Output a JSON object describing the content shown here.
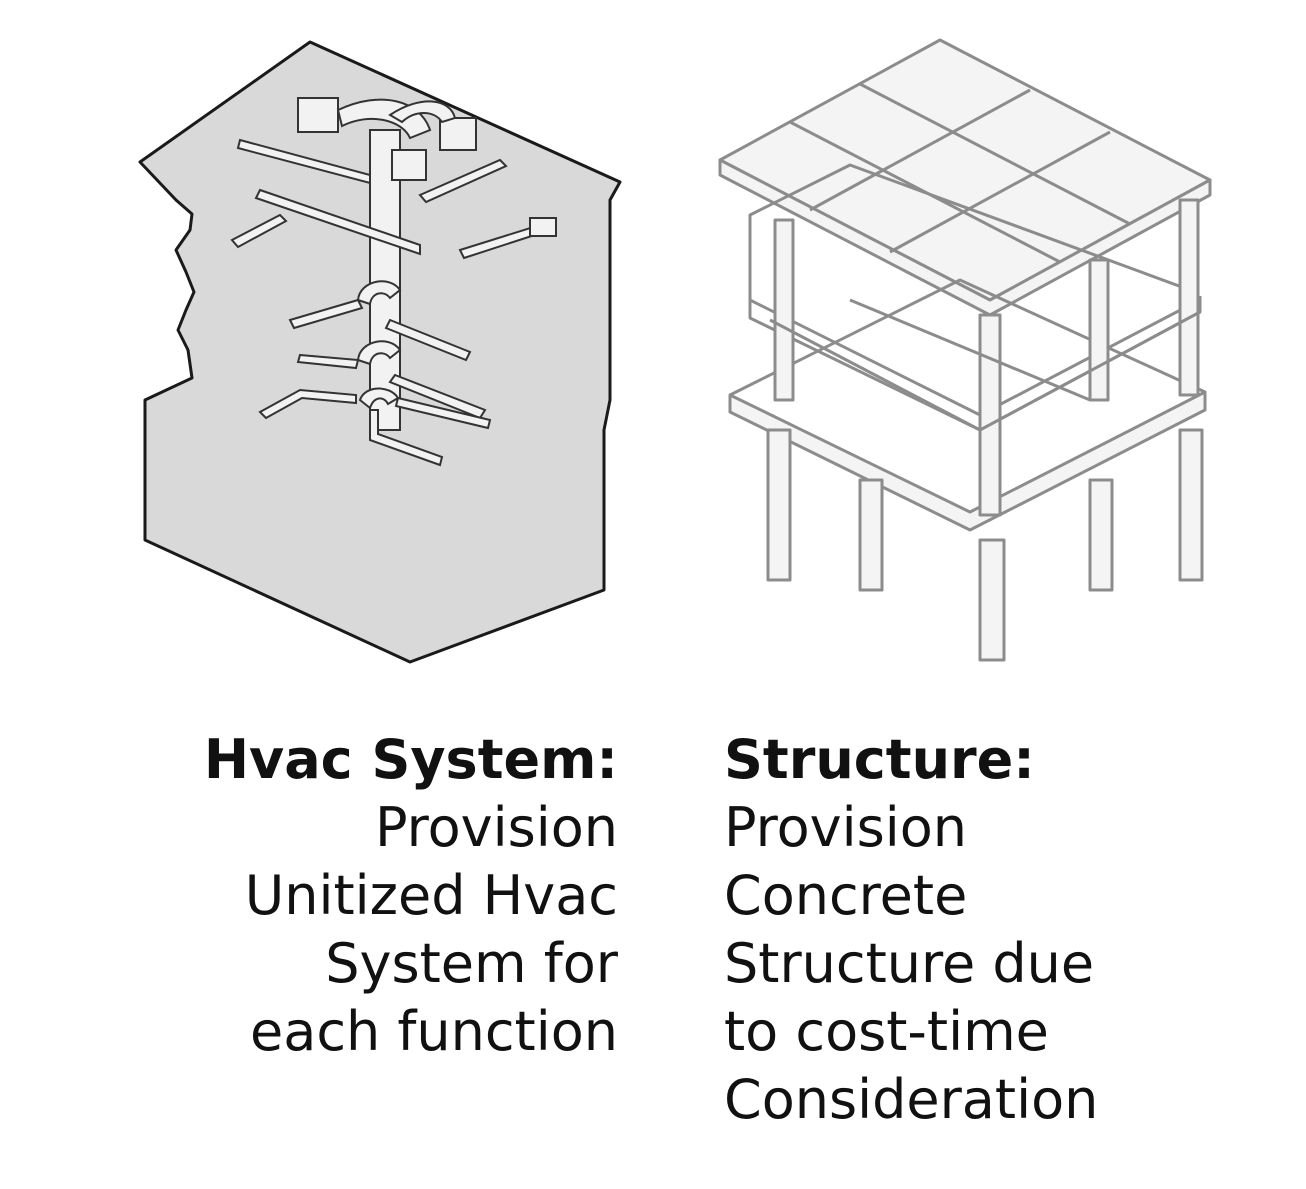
{
  "hvac": {
    "heading": "Hvac System:",
    "lines": [
      "Provision",
      "Unitized Hvac",
      "System for",
      "each function"
    ]
  },
  "structure": {
    "heading": "Structure:",
    "lines": [
      "Provision",
      "Concrete",
      "Structure due",
      "to cost-time",
      "Consideration"
    ]
  },
  "colors": {
    "hvac_fill": "#d9d9d9",
    "outline": "#1a1a1a",
    "structure_line": "#8c8c8c",
    "structure_fill": "#f4f4f4"
  }
}
